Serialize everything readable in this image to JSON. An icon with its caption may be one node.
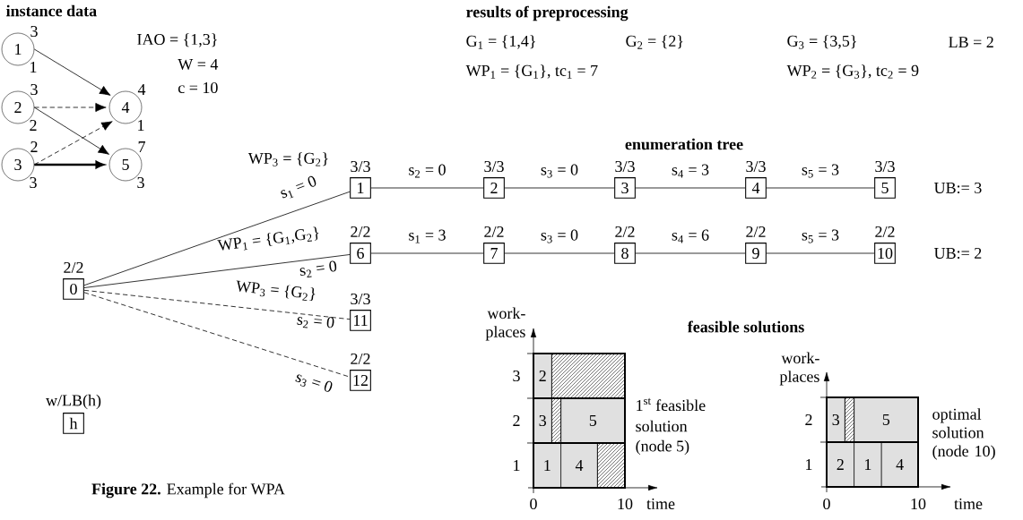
{
  "diagram": {
    "caption": "**Figure 22.** Example for WPA",
    "nodes": [
      {
        "text": [
          "1"
        ],
        "beside": [
          "3",
          "1"
        ]
      },
      {
        "text": [
          "2"
        ],
        "beside": [
          "3",
          "2"
        ]
      },
      {
        "text": [
          "3"
        ],
        "beside": [
          "2",
          "3"
        ]
      },
      {
        "text": [
          "4"
        ],
        "beside": [
          "4",
          "1"
        ]
      },
      {
        "text": [
          "5"
        ],
        "beside": [
          "7",
          "3"
        ]
      },
      {
        "text": [
          "0"
        ],
        "beside": [
          "2/2"
        ]
      },
      {
        "text": [
          "1"
        ],
        "beside": [
          "3/3"
        ]
      },
      {
        "text": [
          "2"
        ],
        "beside": [
          "3/3"
        ]
      },
      {
        "text": [
          "3"
        ],
        "beside": [
          "3/3"
        ]
      },
      {
        "text": [
          "4"
        ],
        "beside": [
          "3/3"
        ]
      },
      {
        "text": [
          "5"
        ],
        "beside": [
          "3/3"
        ]
      },
      {
        "text": [
          "6"
        ],
        "beside": [
          "2/2"
        ]
      },
      {
        "text": [
          "7"
        ],
        "beside": [
          "2/2"
        ]
      },
      {
        "text": [
          "8"
        ],
        "beside": [
          "2/2"
        ]
      },
      {
        "text": [
          "9"
        ],
        "beside": [
          "2/2"
        ]
      },
      {
        "text": [
          "10"
        ],
        "beside": [
          "2/2"
        ]
      },
      {
        "text": [
          "11"
        ],
        "beside": [
          "3/3"
        ]
      },
      {
        "text": [
          "12"
        ],
        "beside": [
          "2/2"
        ]
      },
      {
        "text": [
          "h"
        ],
        "beside": [
          "w/LB(h)"
        ]
      },
      {
        "text": [
          "2"
        ]
      },
      {
        "text": [
          "3"
        ]
      },
      {
        "text": [
          "5"
        ]
      },
      {
        "text": [
          "1"
        ]
      },
      {
        "text": [
          "4"
        ]
      },
      {
        "text": [
          "3"
        ]
      },
      {
        "text": [
          "5"
        ]
      },
      {
        "text": [
          "2"
        ]
      },
      {
        "text": [
          "1"
        ]
      },
      {
        "text": [
          "4"
        ]
      }
    ],
    "edges": [
      {
        "from": 0,
        "to": 3,
        "arrow": "to"
      },
      {
        "from": 1,
        "to": 3,
        "arrow": "to",
        "style": "dashed"
      },
      {
        "from": 1,
        "to": 4,
        "arrow": "to"
      },
      {
        "from": 2,
        "to": 3,
        "arrow": "to",
        "style": "dashed"
      },
      {
        "from": 2,
        "to": 4,
        "arrow": "to",
        "style": "thick"
      },
      {
        "from": 5,
        "to": 6,
        "arrow": "none",
        "label": "s$_{1}$ = 0"
      },
      {
        "from": 5,
        "to": 11,
        "arrow": "none",
        "label": "s$_{2}$ = 0"
      },
      {
        "from": 5,
        "to": 16,
        "arrow": "none",
        "label": "s$_{2}$ = 0",
        "style": "dashed"
      },
      {
        "from": 5,
        "to": 17,
        "arrow": "none",
        "label": "s$_{3}$ = 0",
        "style": "dashed"
      },
      {
        "from": 6,
        "to": 7,
        "arrow": "none",
        "label": "s$_{2}$ = 0"
      },
      {
        "from": 7,
        "to": 8,
        "arrow": "none",
        "label": "s$_{3}$ = 0"
      },
      {
        "from": 8,
        "to": 9,
        "arrow": "none",
        "label": "s$_{4}$ = 3"
      },
      {
        "from": 9,
        "to": 10,
        "arrow": "none",
        "label": "s$_{5}$ = 3"
      },
      {
        "from": 11,
        "to": 12,
        "arrow": "none",
        "label": "s$_{1}$ = 3"
      },
      {
        "from": 12,
        "to": 13,
        "arrow": "none",
        "label": "s$_{3}$ = 0"
      },
      {
        "from": 13,
        "to": 14,
        "arrow": "none",
        "label": "s$_{4}$ = 6"
      },
      {
        "from": 14,
        "to": 15,
        "arrow": "none",
        "label": "s$_{5}$ = 3"
      }
    ],
    "labels": [
      "instance data",
      "results of preprocessing",
      "IAO = {1,3}",
      "G$_{1}$ = {1,4}",
      "G$_{2}$ = {2}",
      "G$_{3}$ = {3,5}",
      "LB = 2",
      "W = 4",
      "c = 10",
      "WP$_{1}$ = {G$_{1}$}, tc$_{1}$ = 7",
      "WP$_{2}$ = {G$_{3}$}, tc$_{2}$ = 9",
      "enumeration tree",
      "WP$_{3}$ = {G$_{2}$}",
      "UB:= 3",
      "WP$_{1}$ = {G$_{1}$,G$_{2}$}",
      "UB:= 2",
      "WP$_{3}$ = {G$_{2}$}",
      "feasible solutions",
      "work- places",
      "3",
      "2",
      "1",
      "1$^{st}$ feasible",
      "solution",
      "(node 5)",
      "0",
      "10",
      "time",
      "work- places",
      "2",
      "1",
      "optimal solution (node 10)",
      "0",
      "10",
      "time"
    ]
  }
}
